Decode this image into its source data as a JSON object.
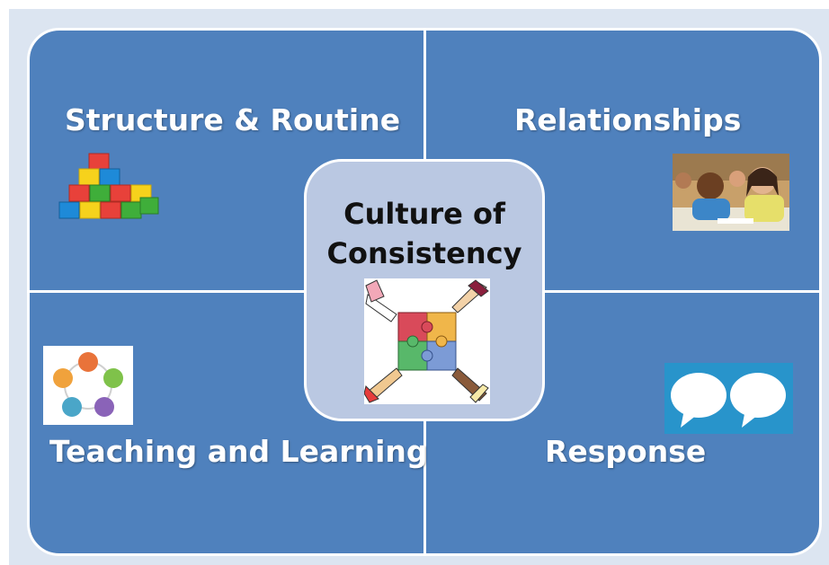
{
  "quadrants": {
    "top_left": {
      "label": "Structure & Routine",
      "icon": "building-blocks-icon"
    },
    "top_right": {
      "label": "Relationships",
      "icon": "teacher-student-photo"
    },
    "bottom_left": {
      "label": "Teaching and Learning",
      "icon": "learning-cycle-diagram-icon"
    },
    "bottom_right": {
      "label": "Response",
      "icon": "speech-bubbles-icon"
    }
  },
  "center": {
    "title_line1": "Culture of",
    "title_line2": "Consistency",
    "icon": "puzzle-hands-icon"
  },
  "colors": {
    "quadrant_fill": "#4f81bd",
    "center_fill": "#bac8e2",
    "divider": "#ffffff",
    "background": "#dce5f1"
  }
}
